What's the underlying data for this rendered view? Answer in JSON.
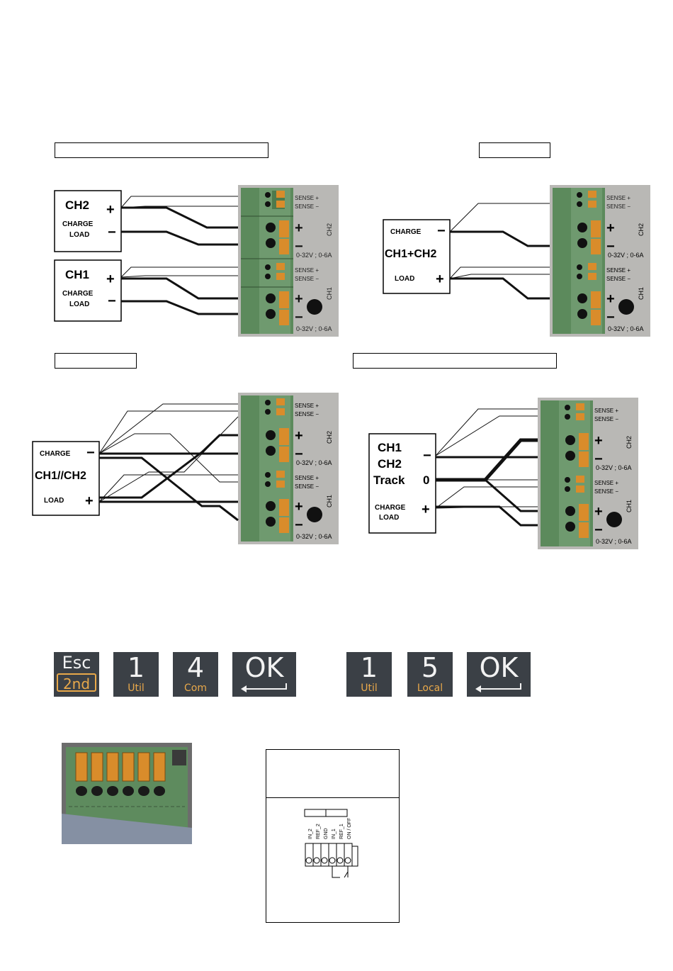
{
  "diagram1": {
    "ch2_label": "CH2",
    "ch1_label": "CH1",
    "charge": "CHARGE",
    "load": "LOAD",
    "plus": "+",
    "minus": "−"
  },
  "diagram2": {
    "charge": "CHARGE",
    "label": "CH1+CH2",
    "load": "LOAD",
    "plus": "+",
    "minus": "−"
  },
  "diagram3": {
    "charge": "CHARGE",
    "label": "CH1//CH2",
    "load": "LOAD",
    "plus": "+",
    "minus": "−"
  },
  "diagram4": {
    "line1": "CH1",
    "line2": "CH2",
    "line3": "Track",
    "zero": "0",
    "charge": "CHARGE",
    "load": "LOAD",
    "plus": "+",
    "minus": "−"
  },
  "terminal": {
    "sense_plus": "SENSE +",
    "sense_minus": "SENSE −",
    "rating": "0-32V ; 0-6A",
    "ch2": "CH2",
    "ch1": "CH1",
    "plus": "+",
    "minus": "−"
  },
  "keys_left": [
    {
      "main": "Esc",
      "sub": "2nd"
    },
    {
      "main": "1",
      "sub": "Util"
    },
    {
      "main": "4",
      "sub": "Com"
    },
    {
      "main": "OK",
      "sub": ""
    }
  ],
  "keys_right": [
    {
      "main": "1",
      "sub": "Util"
    },
    {
      "main": "5",
      "sub": "Local"
    },
    {
      "main": "OK",
      "sub": ""
    }
  ],
  "connector_pins": [
    "IN_2",
    "REF_2",
    "GND",
    "IN_1",
    "REF_1",
    "ON / OFF"
  ]
}
